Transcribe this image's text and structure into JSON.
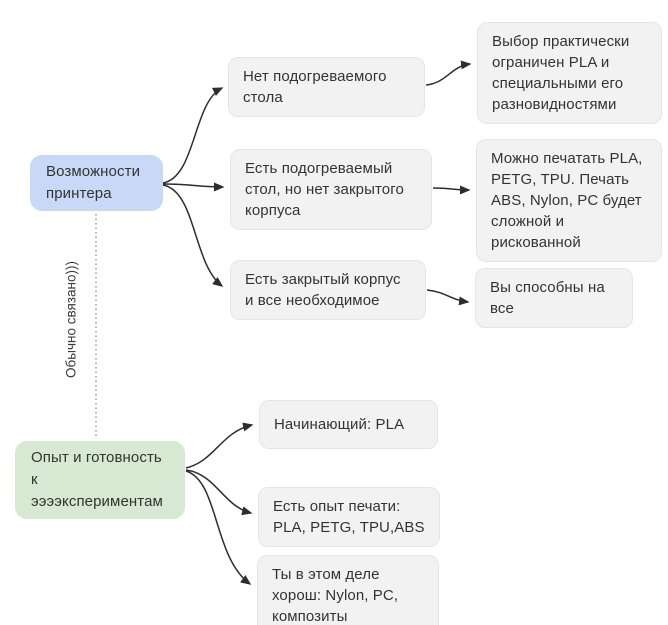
{
  "colors": {
    "printer_node_bg": "#c8d9f7",
    "experience_node_bg": "#d7e8d3",
    "card_bg": "#f2f2f2",
    "card_border": "#e5e5e5",
    "connector": "#2d2d2d",
    "dotted_link": "#8a8a8a",
    "text": "#333333"
  },
  "printer": {
    "root": "Возможности\nпринтера",
    "branches": [
      {
        "condition": "Нет подогреваемого\nстола",
        "result": "Выбор практически\nограничен PLA и\nспециальными его\nразновидностями"
      },
      {
        "condition": "Есть подогреваемый\nстол, но нет закрытого\nкорпуса",
        "result": "Можно печатать PLA,\nPETG, TPU. Печать\nABS, Nylon, PC будет\nсложной и\nрискованной"
      },
      {
        "condition": "Есть закрытый корпус\nи все необходимое",
        "result": "Вы способны на\nвсе"
      }
    ]
  },
  "experience": {
    "root": "Опыт и готовность к\nээээкспериментам",
    "branches": [
      {
        "level": "Начинающий: PLA"
      },
      {
        "level": "Есть опыт печати:\nPLA, PETG, TPU,ABS"
      },
      {
        "level": "Ты в этом деле\nхорош: Nylon, PC,\nкомпозиты"
      }
    ]
  },
  "relation": {
    "label": "Обычно связано)))"
  }
}
